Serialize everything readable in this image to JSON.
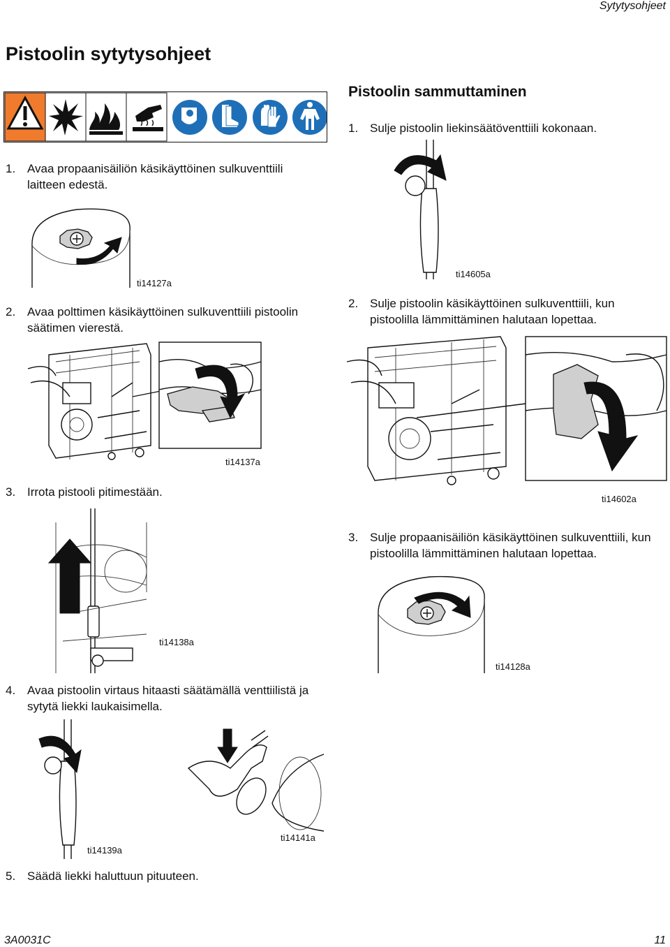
{
  "header": {
    "title": "Sytytysohjeet"
  },
  "page_title": "Pistoolin sytytysohjeet",
  "left_steps": [
    {
      "num": "1.",
      "text": "Avaa propaanisäiliön käsikäyttöinen sulkuventtiili laitteen edestä.",
      "figure": "ti14127a"
    },
    {
      "num": "2.",
      "text": "Avaa polttimen käsikäyttöinen sulkuventtiili pistoolin säätimen vierestä.",
      "figure": "ti14137a"
    },
    {
      "num": "3.",
      "text": "Irrota pistooli pitimestään.",
      "figure": "ti14138a"
    },
    {
      "num": "4.",
      "text": "Avaa pistoolin virtaus hitaasti säätämällä venttiilistä ja sytytä liekki laukaisimella.",
      "figures": [
        "ti14139a",
        "ti14141a"
      ]
    },
    {
      "num": "5.",
      "text": "Säädä liekki haluttuun pituuteen."
    }
  ],
  "shutdown": {
    "title": "Pistoolin sammuttaminen",
    "steps": [
      {
        "num": "1.",
        "text": "Sulje pistoolin liekinsäätöventtiili kokonaan.",
        "figure": "ti14605a"
      },
      {
        "num": "2.",
        "text": "Sulje pistoolin käsikäyttöinen sulkuventtiili, kun pistoolilla lämmittäminen halutaan lopettaa.",
        "figure": "ti14602a"
      },
      {
        "num": "3.",
        "text": "Sulje propaanisäiliön käsikäyttöinen sulkuventtiili, kun pistoolilla lämmittäminen halutaan lopettaa.",
        "figure": "ti14128a"
      }
    ]
  },
  "warning_icons": [
    "warning-triangle-icon",
    "explosion-icon",
    "fire-icon",
    "hot-surface-icon",
    "face-shield-icon",
    "boots-icon",
    "gloves-icon",
    "coveralls-icon"
  ],
  "colors": {
    "warning_orange": "#f07b2c",
    "ppe_blue": "#1f6fb8"
  },
  "footer": {
    "doc_number": "3A0031C",
    "page_number": "11"
  }
}
